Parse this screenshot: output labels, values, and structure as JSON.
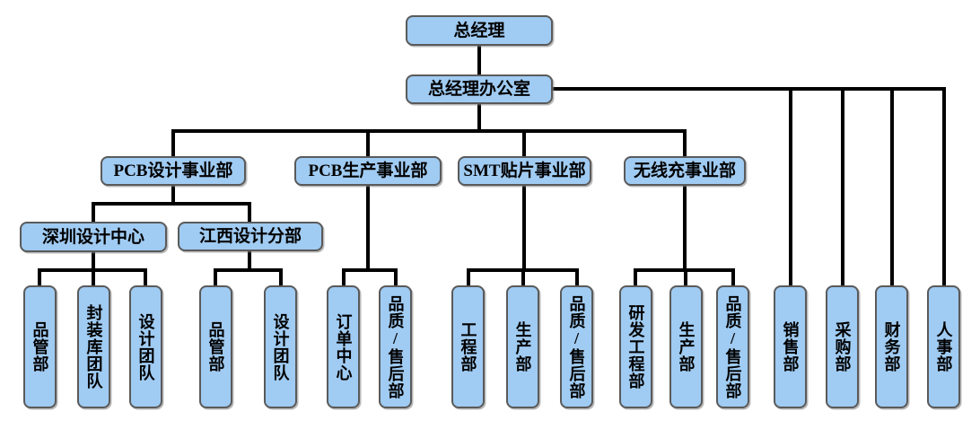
{
  "diagram": {
    "type": "org-chart",
    "colors": {
      "background": "#ffffff",
      "node_fill": "#a0cbf2",
      "node_border": "#5a5a5a",
      "connector": "#000000",
      "text": "#000000"
    },
    "nodes": {
      "gm": {
        "label": "总经理",
        "parent": null
      },
      "gm_office": {
        "label": "总经理办公室",
        "parent": "gm"
      },
      "pcb_design": {
        "label": "PCB设计事业部",
        "parent": "gm_office"
      },
      "pcb_production": {
        "label": "PCB生产事业部",
        "parent": "gm_office"
      },
      "smt": {
        "label": "SMT贴片事业部",
        "parent": "gm_office"
      },
      "wireless": {
        "label": "无线充事业部",
        "parent": "gm_office"
      },
      "sales": {
        "label": "销售部",
        "parent": "gm_office"
      },
      "purchasing": {
        "label": "采购部",
        "parent": "gm_office"
      },
      "finance": {
        "label": "财务部",
        "parent": "gm_office"
      },
      "hr": {
        "label": "人事部",
        "parent": "gm_office"
      },
      "sz_center": {
        "label": "深圳设计中心",
        "parent": "pcb_design"
      },
      "jx_branch": {
        "label": "江西设计分部",
        "parent": "pcb_design"
      },
      "sz_qc": {
        "label": "品管部",
        "parent": "sz_center"
      },
      "sz_pkg": {
        "label": "封装库团队",
        "parent": "sz_center"
      },
      "sz_design": {
        "label": "设计团队",
        "parent": "sz_center"
      },
      "jx_qc": {
        "label": "品管部",
        "parent": "jx_branch"
      },
      "jx_design": {
        "label": "设计团队",
        "parent": "jx_branch"
      },
      "order_center": {
        "label": "订单中心",
        "parent": "pcb_production"
      },
      "pcb_qa": {
        "label": "品质/售后部",
        "parent": "pcb_production"
      },
      "smt_eng": {
        "label": "工程部",
        "parent": "smt"
      },
      "smt_prod": {
        "label": "生产部",
        "parent": "smt"
      },
      "smt_qa": {
        "label": "品质/售后部",
        "parent": "smt"
      },
      "wl_rd": {
        "label": "研发工程部",
        "parent": "wireless"
      },
      "wl_prod": {
        "label": "生产部",
        "parent": "wireless"
      },
      "wl_qa": {
        "label": "品质/售后部",
        "parent": "wireless"
      }
    }
  }
}
